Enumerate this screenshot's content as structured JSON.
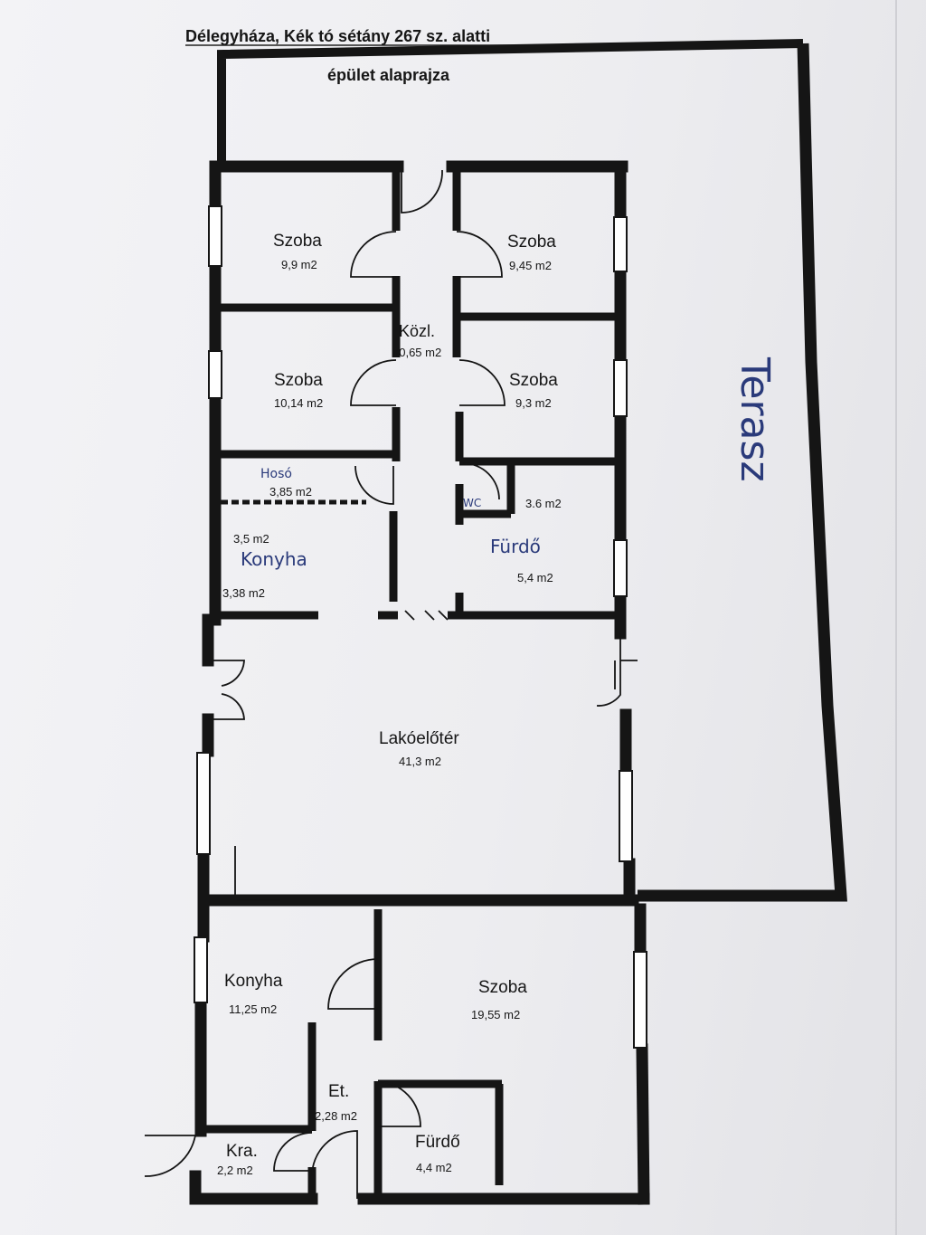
{
  "title_line1": "Délegyháza, Kék tó sétány 267 sz. alatti",
  "title_line2": "épület alaprajza",
  "rooms": {
    "szoba_nw": {
      "name": "Szoba",
      "area": "9,9 m2"
    },
    "szoba_ne": {
      "name": "Szoba",
      "area": "9,45 m2"
    },
    "kozl": {
      "name": "Közl.",
      "area": "10,65 m2"
    },
    "szoba_w2": {
      "name": "Szoba",
      "area": "10,14 m2"
    },
    "szoba_e2": {
      "name": "Szoba",
      "area": "9,3 m2"
    },
    "moso": {
      "name": "Hosó",
      "area": "3,85 m2"
    },
    "wc": {
      "name": "WC",
      "area": "3.6 m2"
    },
    "konyha_small": {
      "name": "Konyha",
      "area_a": "3,5 m2",
      "area_b": "3,38 m2"
    },
    "furdo_upper": {
      "name": "Fürdő",
      "area": "5,4 m2"
    },
    "lakoeloter": {
      "name": "Lakóelőtér",
      "area": "41,3 m2"
    },
    "konyha": {
      "name": "Konyha",
      "area": "11,25 m2"
    },
    "szoba_big": {
      "name": "Szoba",
      "area": "19,55 m2"
    },
    "et": {
      "name": "Et.",
      "area": "2,28 m2"
    },
    "kra": {
      "name": "Kra.",
      "area": "2,2 m2"
    },
    "furdo_lower": {
      "name": "Fürdő",
      "area": "4,4 m2"
    }
  },
  "terasz_label": "Terasz",
  "colors": {
    "wall": "#151515",
    "ink": "#2a3a7a",
    "paper": "#f0f0f3"
  }
}
